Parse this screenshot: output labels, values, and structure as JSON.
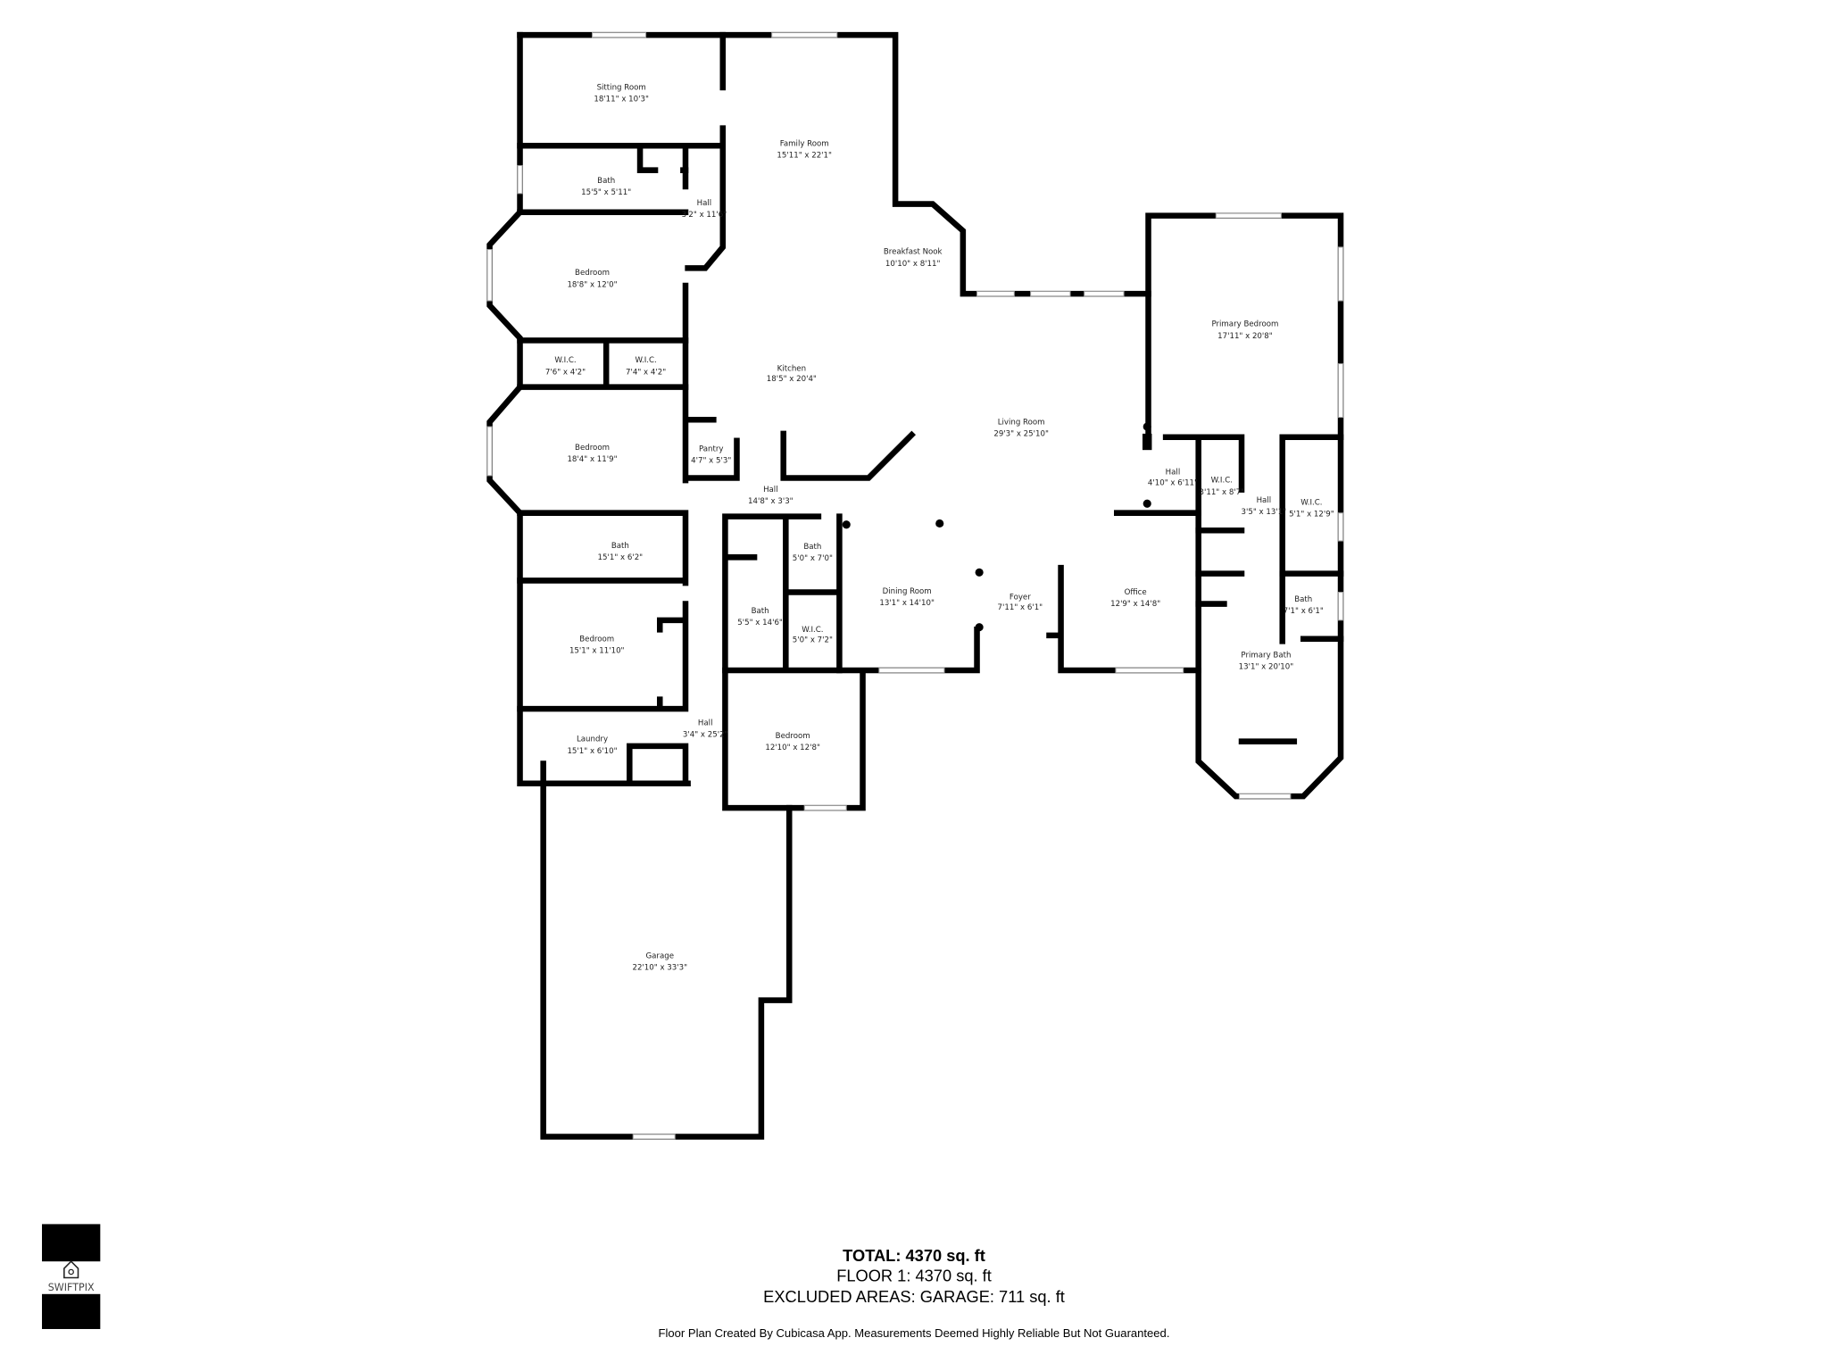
{
  "rooms": [
    {
      "name": "Sitting Room",
      "size": "18'11\" x 10'3\""
    },
    {
      "name": "Family Room",
      "size": "15'11\" x 22'1\""
    },
    {
      "name": "Bath",
      "size": "15'5\" x 5'11\""
    },
    {
      "name": "Hall",
      "size": "3'2\" x 11'6\""
    },
    {
      "name": "Breakfast Nook",
      "size": "10'10\" x 8'11\""
    },
    {
      "name": "Bedroom",
      "size": "18'8\" x 12'0\""
    },
    {
      "name": "W.I.C.",
      "size": "7'6\" x 4'2\""
    },
    {
      "name": "W.I.C.",
      "size": "7'4\" x 4'2\""
    },
    {
      "name": "Kitchen",
      "size": "18'5\" x 20'4\""
    },
    {
      "name": "Primary Bedroom",
      "size": "17'11\" x 20'8\""
    },
    {
      "name": "Living Room",
      "size": "29'3\" x 25'10\""
    },
    {
      "name": "Bedroom",
      "size": "18'4\" x 11'9\""
    },
    {
      "name": "Pantry",
      "size": "4'7\" x 5'3\""
    },
    {
      "name": "Hall",
      "size": "14'8\" x 3'3\""
    },
    {
      "name": "Hall",
      "size": "4'10\" x 6'11\""
    },
    {
      "name": "W.I.C.",
      "size": "3'11\" x 8'7\""
    },
    {
      "name": "Hall",
      "size": "3'5\" x 13'1\""
    },
    {
      "name": "W.I.C.",
      "size": "5'1\" x 12'9\""
    },
    {
      "name": "Bath",
      "size": "15'1\" x 6'2\""
    },
    {
      "name": "Bath",
      "size": "5'0\" x 7'0\""
    },
    {
      "name": "Bath",
      "size": "5'5\" x 14'6\""
    },
    {
      "name": "Dining Room",
      "size": "13'1\" x 14'10\""
    },
    {
      "name": "Foyer",
      "size": "7'11\" x 6'1\""
    },
    {
      "name": "Office",
      "size": "12'9\" x 14'8\""
    },
    {
      "name": "Bath",
      "size": "7'1\" x 6'1\""
    },
    {
      "name": "W.I.C.",
      "size": "5'0\" x 7'2\""
    },
    {
      "name": "Bedroom",
      "size": "15'1\" x 11'10\""
    },
    {
      "name": "Primary Bath",
      "size": "13'1\" x 20'10\""
    },
    {
      "name": "Hall",
      "size": "3'4\" x 25'2\""
    },
    {
      "name": "Bedroom",
      "size": "12'10\" x 12'8\""
    },
    {
      "name": "Laundry",
      "size": "15'1\" x 6'10\""
    },
    {
      "name": "Garage",
      "size": "22'10\" x 33'3\""
    }
  ],
  "summary": {
    "total": "TOTAL: 4370 sq. ft",
    "floor1": "FLOOR 1: 4370 sq. ft",
    "excluded": "EXCLUDED AREAS: GARAGE: 711 sq. ft",
    "disclaimer": "Floor Plan Created By Cubicasa App. Measurements Deemed Highly Reliable But Not Guaranteed."
  },
  "logo": {
    "text": "SWIFTPIX",
    "icon": "house-camera-icon"
  }
}
